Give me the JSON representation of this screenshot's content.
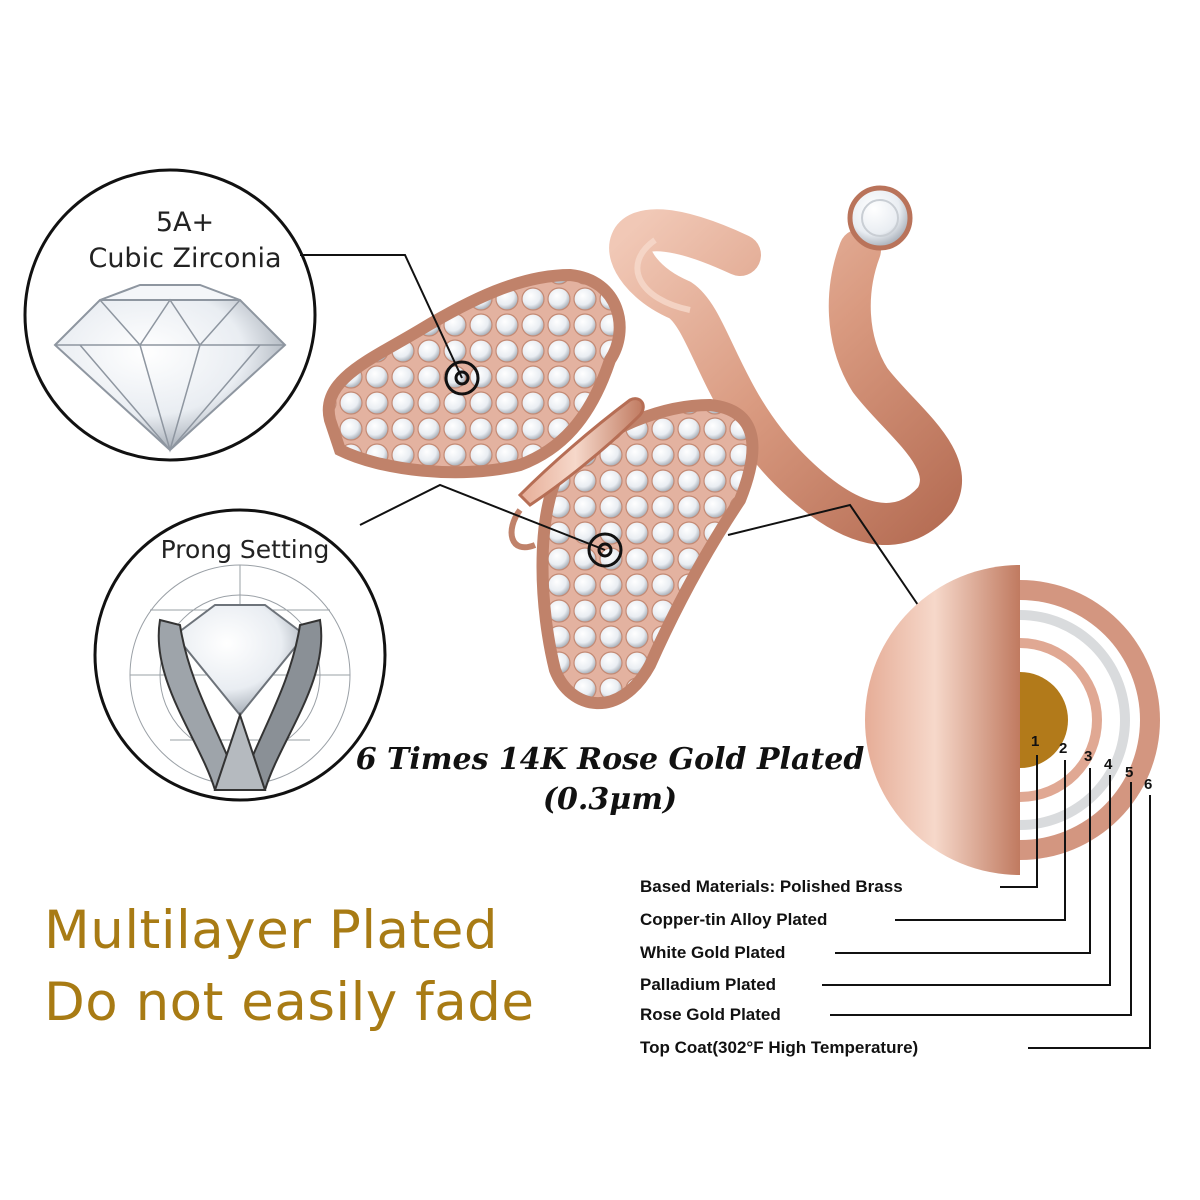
{
  "colors": {
    "rose_gold": "#d9a08a",
    "rose_gold_dark": "#b9735a",
    "slogan_gold": "#a87b14",
    "brass_core": "#b27a1a"
  },
  "callouts": {
    "cubic_zirconia": {
      "line1": "5A+",
      "line2": "Cubic Zirconia"
    },
    "prong_setting": {
      "label": "Prong Setting"
    }
  },
  "plating": {
    "title": "6 Times 14K Rose Gold Plated",
    "thickness": "(0.3μm)"
  },
  "slogan": {
    "line1": "Multilayer Plated",
    "line2": "Do not easily fade"
  },
  "layers": [
    {
      "num": "1",
      "label": "Based Materials: Polished Brass"
    },
    {
      "num": "2",
      "label": "Copper-tin Alloy Plated"
    },
    {
      "num": "3",
      "label": "White Gold Plated"
    },
    {
      "num": "4",
      "label": "Palladium Plated"
    },
    {
      "num": "5",
      "label": "Rose Gold Plated"
    },
    {
      "num": "6",
      "label": "Top Coat(302°F High Temperature)"
    }
  ]
}
